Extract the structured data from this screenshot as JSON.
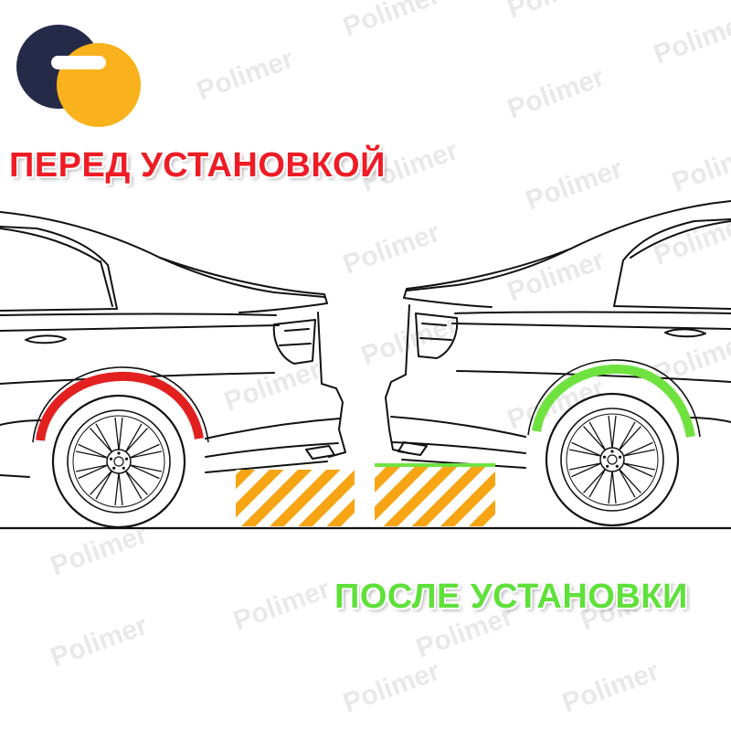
{
  "labels": {
    "before": "ПЕРЕД УСТАНОВКОЙ",
    "after": "ПОСЛЕ УСТАНОВКИ"
  },
  "watermark": "Polimer",
  "colors": {
    "before_arch": "#e32020",
    "after_arch": "#6fe23f",
    "hatch_orange": "#f7a514",
    "logo_navy": "#252a48",
    "logo_orange": "#f9b21c",
    "ground_line": "#111111",
    "after_bar": "#6fe23f"
  },
  "icons": {
    "logo": "brand-s-logo",
    "car_left": "sedan-rear-outline",
    "car_right": "sedan-rear-outline"
  }
}
